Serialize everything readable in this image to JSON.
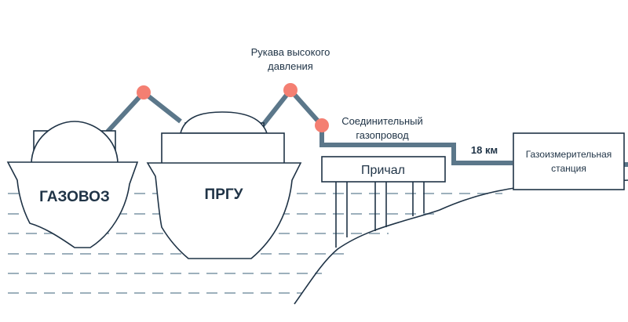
{
  "labels": {
    "gas_carrier": "ГАЗОВОЗ",
    "fsru": "ПРГУ",
    "hoses": "Рукава высокого давления",
    "connecting_pipeline": "Соединительный газопровод",
    "berth": "Причал",
    "distance": "18 км",
    "metering_station": "Газоизмерительная станция"
  },
  "colors": {
    "pipe": "#5b778a",
    "node": "#f47f72",
    "outline": "#1f3346",
    "water": "#7d95a6"
  }
}
